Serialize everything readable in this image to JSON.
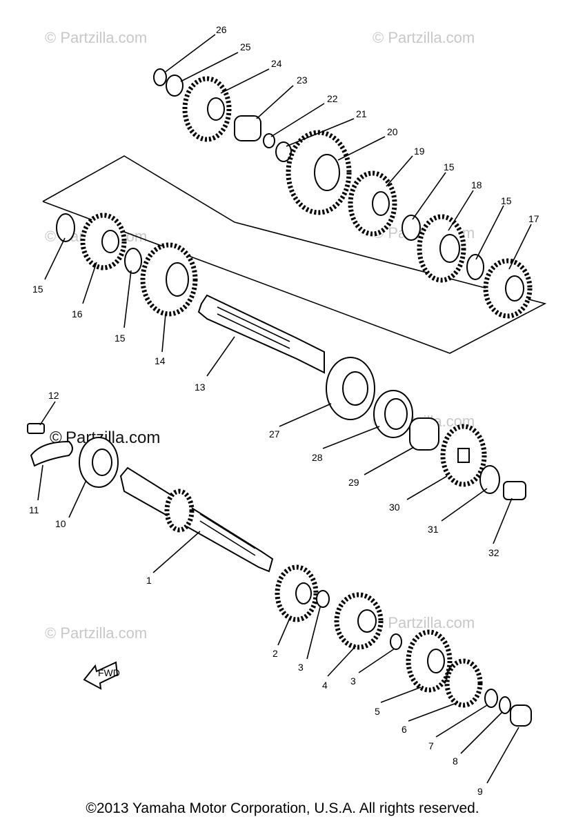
{
  "watermarks": {
    "text": "© Partzilla.com",
    "prominent": "Partzilla.com"
  },
  "fwd_label": "FWD",
  "copyright": "©2013 Yamaha Motor Corporation, U.S.A. All rights reserved.",
  "callouts": {
    "n26": "26",
    "n25": "25",
    "n24": "24",
    "n23": "23",
    "n22": "22",
    "n21": "21",
    "n20": "20",
    "n19": "19",
    "n15a": "15",
    "n18": "18",
    "n15b": "15",
    "n17": "17",
    "n15c": "15",
    "n16": "16",
    "n15d": "15",
    "n14": "14",
    "n13": "13",
    "n12": "12",
    "n11": "11",
    "n10": "10",
    "n27": "27",
    "n28": "28",
    "n29": "29",
    "n30": "30",
    "n31": "31",
    "n32": "32",
    "n1": "1",
    "n2": "2",
    "n3a": "3",
    "n4": "4",
    "n3b": "3",
    "n5": "5",
    "n6": "6",
    "n7": "7",
    "n8": "8",
    "n9": "9"
  }
}
